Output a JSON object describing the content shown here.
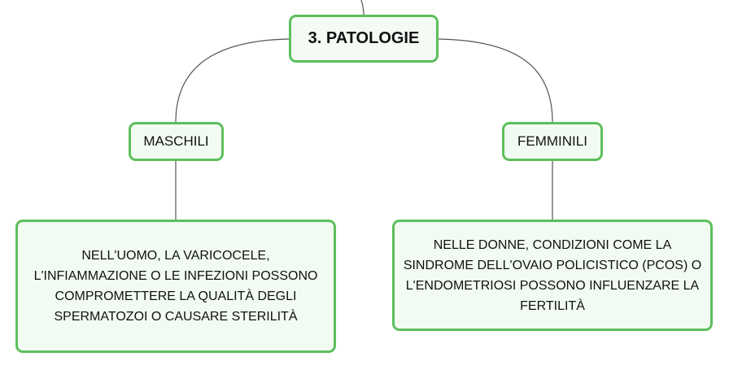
{
  "diagram": {
    "root": {
      "label": "3. PATOLOGIE"
    },
    "branches": [
      {
        "label": "MASCHILI",
        "detail": "NELL'UOMO, LA VARICOCELE, L'INFIAMMAZIONE O LE INFEZIONI POSSONO COMPROMETTERE LA QUALITÀ DEGLI SPERMATOZOI O CAUSARE STERILITÀ"
      },
      {
        "label": "FEMMINILI",
        "detail": "NELLE DONNE, CONDIZIONI COME LA SINDROME DELL'OVAIO POLICISTICO (PCOS) O L'ENDOMETRIOSI POSSONO INFLUENZARE LA FERTILITÀ"
      }
    ]
  },
  "colors": {
    "node_border": "#5cbf5c",
    "node_fill": "#f2fbf2",
    "connector": "#555555",
    "text": "#111111"
  }
}
